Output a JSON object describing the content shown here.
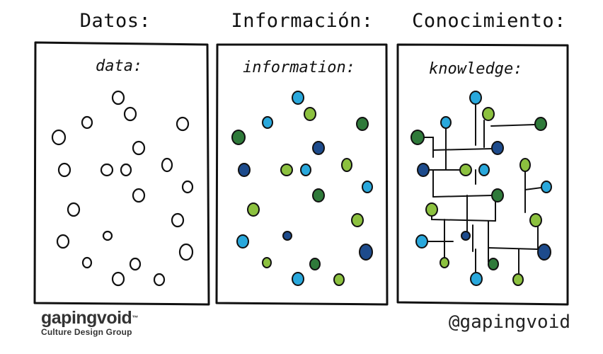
{
  "headings": [
    "Datos:",
    "Información:",
    "Conocimiento:"
  ],
  "panel_labels": [
    "data:",
    "information:",
    "knowledge:"
  ],
  "colors": {
    "outline": "#111111",
    "cyan": "#29a8dc",
    "lime": "#8cc13f",
    "darkgreen": "#2f7a3a",
    "navy": "#1d4b8c"
  },
  "footer": {
    "brand": "gapingvoid",
    "tagline": "Culture Design Group",
    "handle": "@gapingvoid"
  }
}
